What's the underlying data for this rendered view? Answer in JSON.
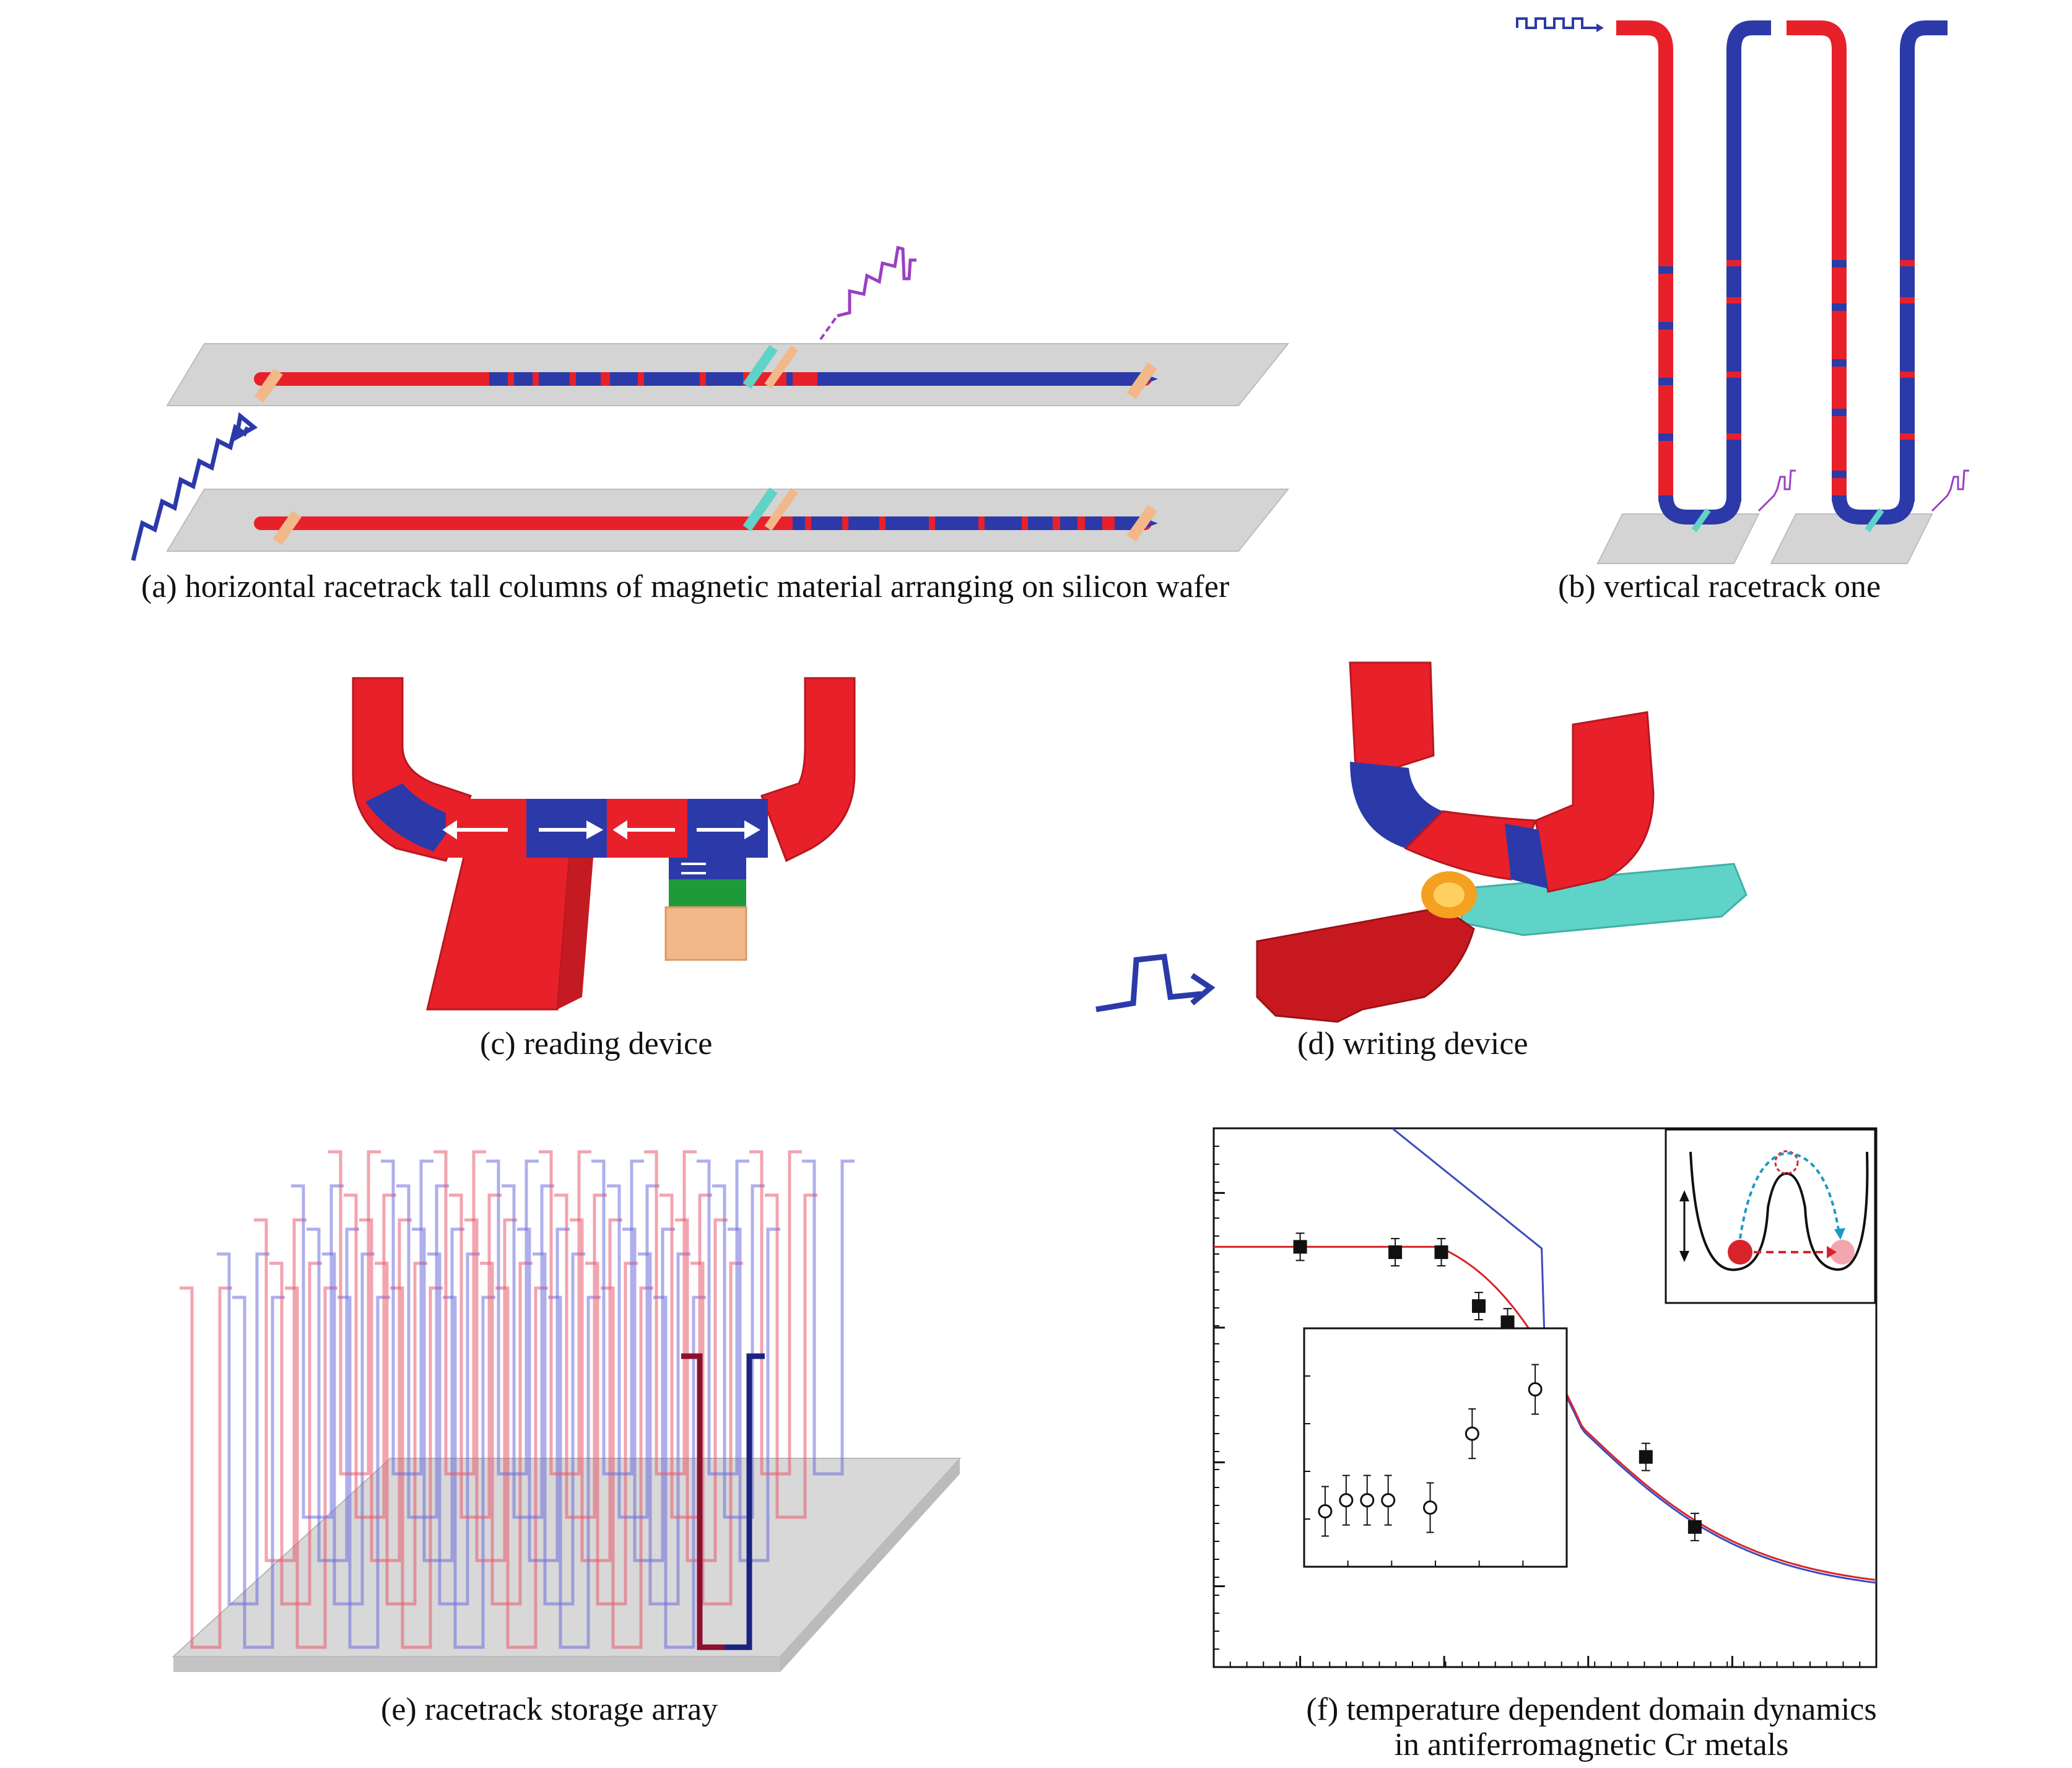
{
  "captions": {
    "a": "(a) horizontal racetrack tall columns of magnetic material arranging on silicon wafer",
    "b": "(b) vertical racetrack one",
    "c": "(c) reading device",
    "d": "(d) writing device",
    "e": "(e) racetrack storage array",
    "f_line1": "(f) temperature dependent domain dynamics",
    "f_line2": "in antiferromagnetic Cr metals"
  },
  "colors": {
    "red": "#e8202a",
    "blue": "#2b3aa8",
    "wafer": "#d4d4d4",
    "cyan": "#5fd3c8",
    "peach": "#f2b88a",
    "green": "#1f9a3a",
    "purple": "#9b3fc4",
    "fit_red": "#d8232a",
    "fit_blue": "#3a4bbf"
  },
  "chart_data": {
    "type": "scatter",
    "log_x": true,
    "log_y": true,
    "main_points": [
      {
        "x": 0.3,
        "y": 0.78
      },
      {
        "x": 0.63,
        "y": 0.77
      },
      {
        "x": 0.79,
        "y": 0.77
      },
      {
        "x": 0.92,
        "y": 0.67
      },
      {
        "x": 1.02,
        "y": 0.64
      },
      {
        "x": 1.17,
        "y": 0.6
      },
      {
        "x": 1.5,
        "y": 0.39
      },
      {
        "x": 1.67,
        "y": 0.26
      }
    ],
    "inset_points": [
      {
        "x": 1,
        "y": 0.15
      },
      {
        "x": 2,
        "y": 0.18
      },
      {
        "x": 3,
        "y": 0.18
      },
      {
        "x": 4,
        "y": 0.18
      },
      {
        "x": 6,
        "y": 0.16
      },
      {
        "x": 8,
        "y": 0.36
      },
      {
        "x": 11,
        "y": 0.48
      }
    ]
  }
}
